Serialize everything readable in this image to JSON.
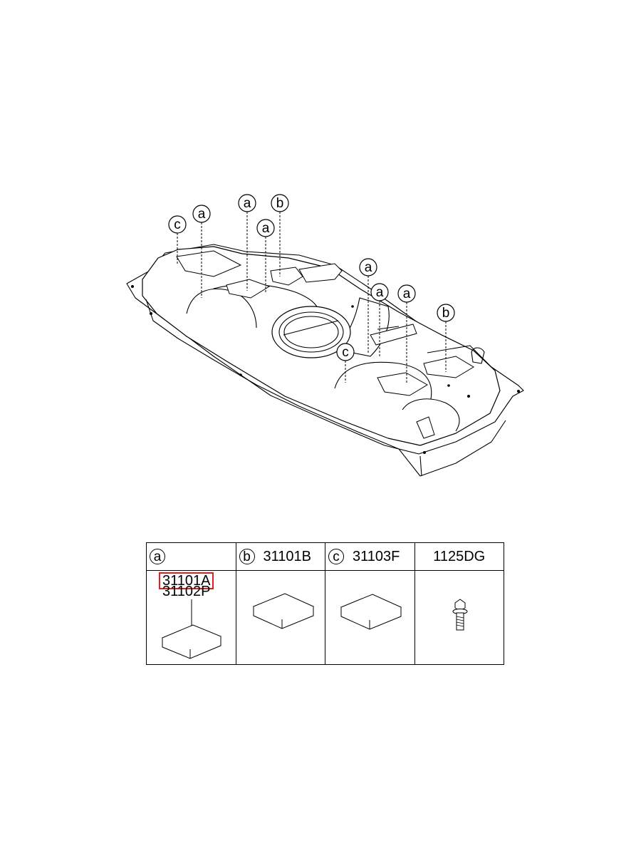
{
  "callouts": {
    "a": "a",
    "b": "b",
    "c": "c"
  },
  "table": {
    "headers": [
      {
        "letter": "a",
        "code": ""
      },
      {
        "letter": "b",
        "code": "31101B"
      },
      {
        "letter": "c",
        "code": "31103F"
      },
      {
        "letter": "",
        "code": "1125DG"
      }
    ],
    "a_codes": [
      "31101A",
      "31102P"
    ]
  },
  "colors": {
    "highlight": "#e0201c",
    "line": "#000000"
  },
  "icons": [
    "fuel-tank-illustration",
    "pad-icon",
    "bolt-icon"
  ]
}
